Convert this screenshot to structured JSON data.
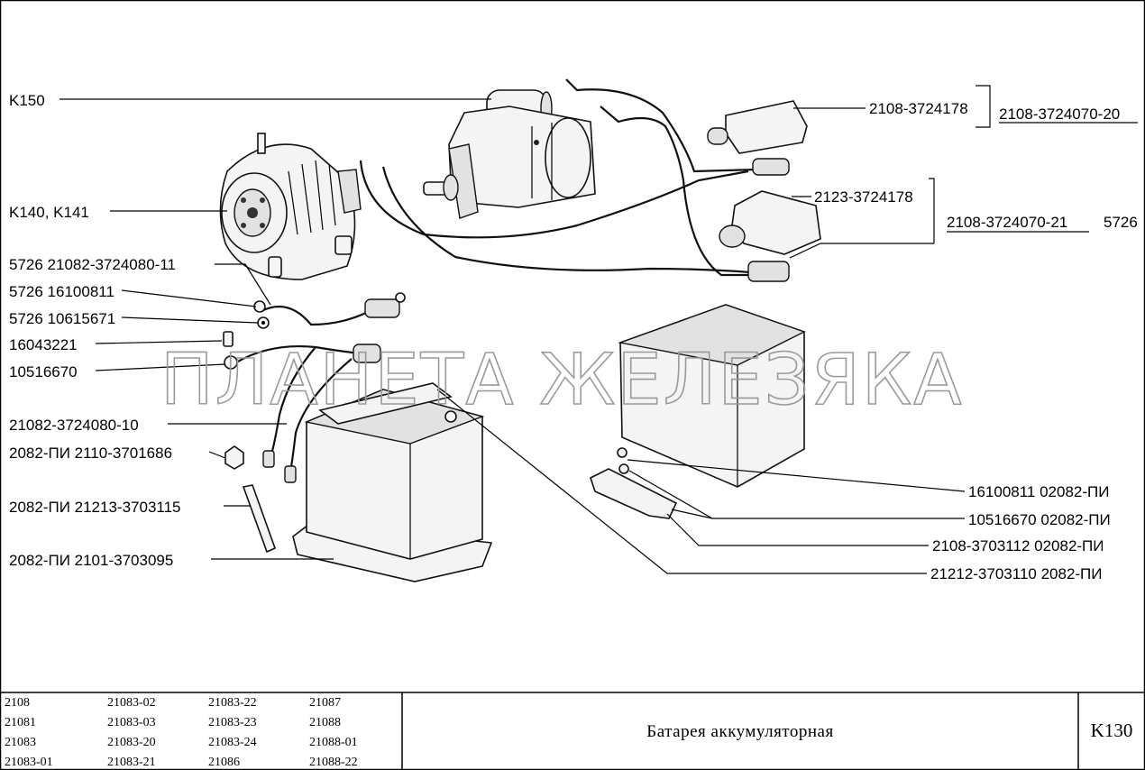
{
  "labels_left": [
    {
      "id": "k150",
      "text": "K150"
    },
    {
      "id": "k140",
      "text": "K140, K141"
    },
    {
      "id": "c1",
      "text": "5726  21082-3724080-11"
    },
    {
      "id": "c2",
      "text": "5726  16100811"
    },
    {
      "id": "c3",
      "text": "5726  10615671"
    },
    {
      "id": "c4",
      "text": "16043221"
    },
    {
      "id": "c5",
      "text": "10516670"
    },
    {
      "id": "c6",
      "text": "21082-3724080-10"
    },
    {
      "id": "c7",
      "text": "2082-ПИ  2110-3701686"
    },
    {
      "id": "c8",
      "text": "2082-ПИ  21213-3703115"
    },
    {
      "id": "c9",
      "text": "2082-ПИ  2101-3703095"
    }
  ],
  "labels_right": [
    {
      "id": "r1",
      "text": "2108-3724178"
    },
    {
      "id": "r2",
      "text": "2108-3724070-20"
    },
    {
      "id": "r3",
      "text": "2123-3724178"
    },
    {
      "id": "r4",
      "text": "2108-3724070-21"
    },
    {
      "id": "r4b",
      "text": "5726"
    },
    {
      "id": "r5",
      "text": "16100811  02082-ПИ"
    },
    {
      "id": "r6",
      "text": "10516670  02082-ПИ"
    },
    {
      "id": "r7",
      "text": "2108-3703112  02082-ПИ"
    },
    {
      "id": "r8",
      "text": "21212-3703110  2082-ПИ"
    }
  ],
  "watermark": "ПЛАНЕТА ЖЕЛЕЗЯКА",
  "footer": {
    "models": [
      [
        "2108",
        "21083-02",
        "21083-22",
        "21087"
      ],
      [
        "21081",
        "21083-03",
        "21083-23",
        "21088"
      ],
      [
        "21083",
        "21083-20",
        "21083-24",
        "21088-01"
      ],
      [
        "21083-01",
        "21083-21",
        "21086",
        "21088-22"
      ]
    ],
    "title": "Батарея аккумуляторная",
    "page_code": "K130"
  }
}
